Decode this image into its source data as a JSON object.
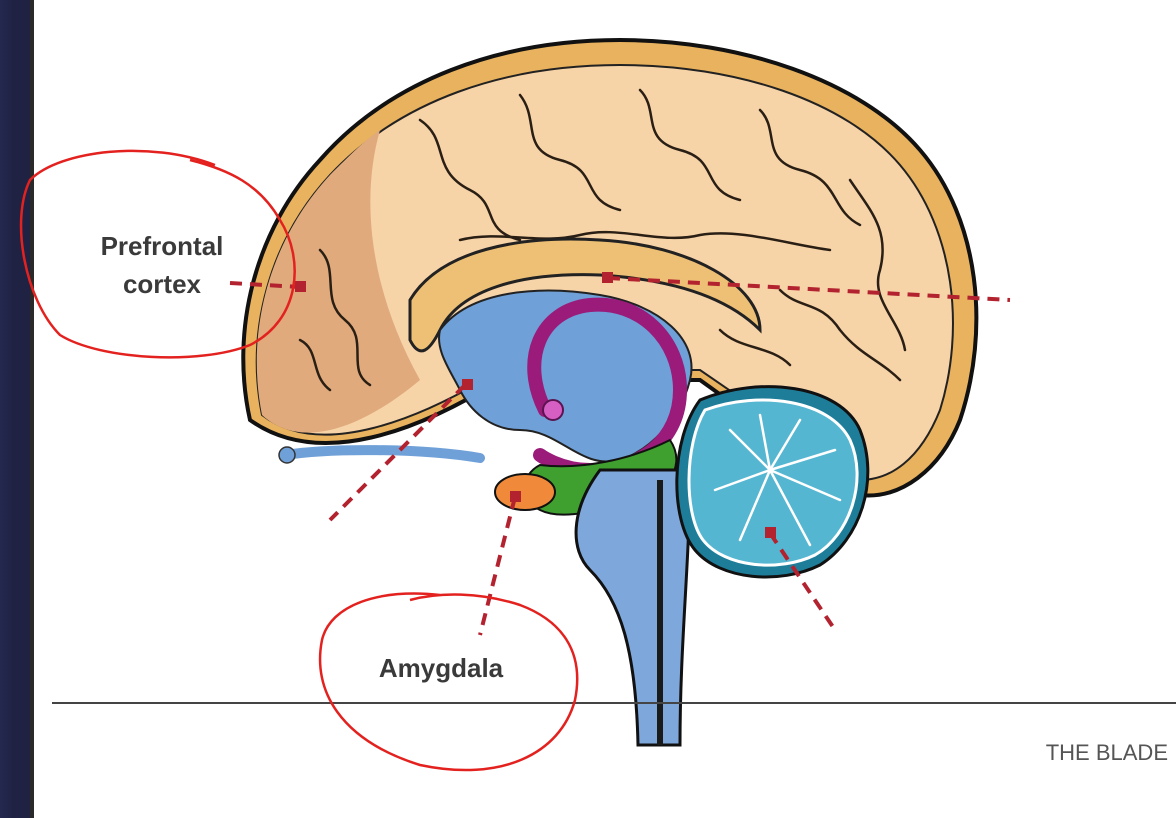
{
  "labels": {
    "prefrontal_line1": "Prefrontal",
    "prefrontal_line2": "cortex",
    "amygdala": "Amygdala"
  },
  "credit": "THE BLADE",
  "colors": {
    "cerebrum": "#f7d3a8",
    "cerebrum_outer": "#e8b25e",
    "prefrontal": "#e0aa7c",
    "corpus_callosum": "#edc076",
    "ventricle": "#6fa0d8",
    "fornix": "#9a1b7a",
    "hippocampus": "#3fa02f",
    "amygdala": "#f08a3a",
    "cerebellum": "#1e7e9a",
    "brainstem": "#7ea8dc",
    "marker": "#b3232f",
    "annotation_circle": "#e3221f",
    "window_frame": "#1f2243"
  }
}
